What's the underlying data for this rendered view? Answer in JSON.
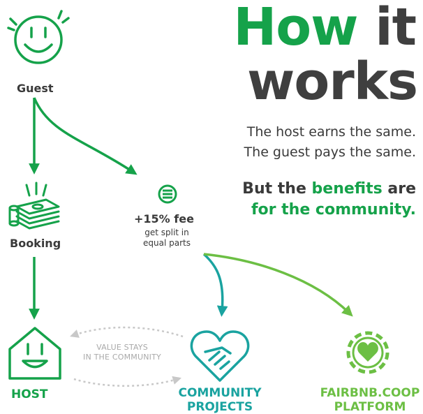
{
  "title": {
    "line1_word1": "How",
    "line1_word2": "it",
    "line2": "works"
  },
  "tagline": {
    "line1": "The host earns the same.",
    "line2": "The guest pays the same."
  },
  "benefits": {
    "part1": "But the ",
    "highlight": "benefits",
    "part2": " are",
    "line2": "for the community."
  },
  "nodes": {
    "guest": "Guest",
    "booking": "Booking",
    "fee": "+15% fee",
    "split": [
      "get split in",
      "equal parts"
    ],
    "value_stays": [
      "VALUE STAYS",
      "IN THE COMMUNITY"
    ],
    "host": "HOST",
    "community_projects": [
      "COMMUNITY",
      "PROJECTS"
    ],
    "platform": [
      "FAIRBNB.COOP",
      "PLATFORM"
    ]
  },
  "icons": [
    "smiley-face-icon",
    "money-stack-icon",
    "coins-icon",
    "house-icon",
    "handshake-heart-icon",
    "gear-heart-icon"
  ],
  "colors": {
    "green": "#15a24a",
    "light_green": "#6cbf44",
    "teal": "#1aa3a0",
    "grey": "#3a3a3a",
    "light_grey": "#b9b9b9"
  }
}
